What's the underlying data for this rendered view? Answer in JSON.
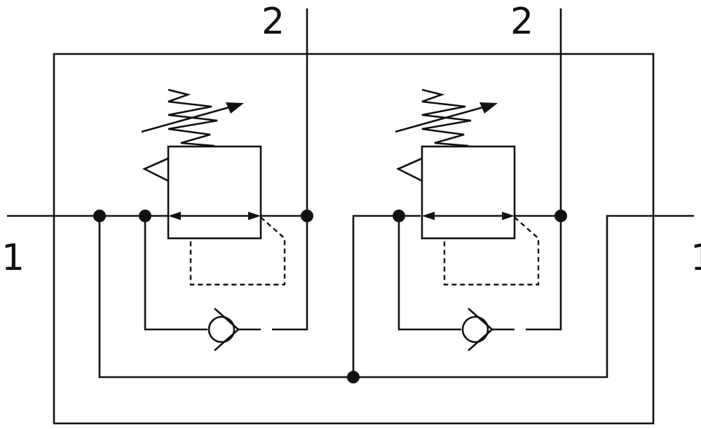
{
  "ports": {
    "top_left": "2",
    "top_right": "2",
    "left": "1",
    "right": "1"
  },
  "colors": {
    "line": "#111111",
    "background": "#ffffff"
  }
}
